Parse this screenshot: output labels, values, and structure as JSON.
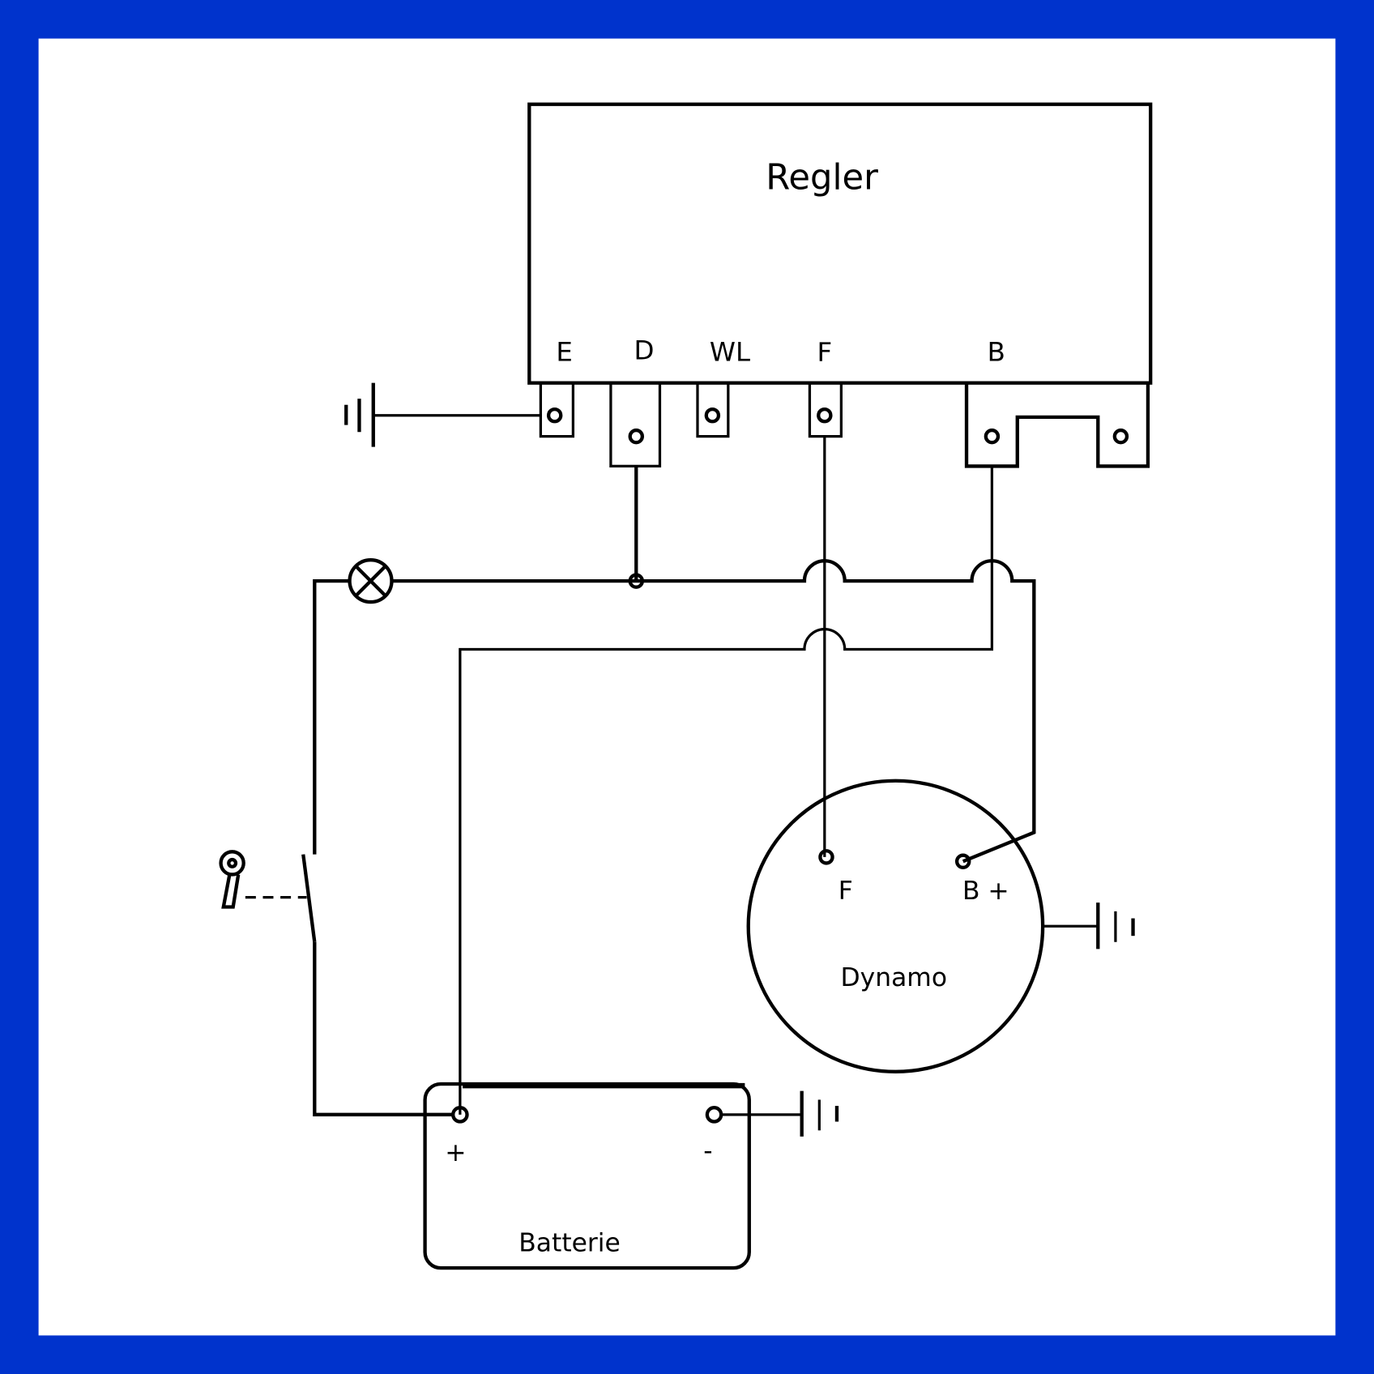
{
  "regler": {
    "title": "Regler",
    "terminals": [
      "E",
      "D",
      "WL",
      "F",
      "B"
    ]
  },
  "dynamo": {
    "title": "Dynamo",
    "terminal_f": "F",
    "terminal_b": "B +"
  },
  "batterie": {
    "title": "Batterie",
    "plus": "+",
    "minus": "-"
  },
  "colors": {
    "frame": "#0033cc",
    "background": "#ffffff",
    "ink": "#000000"
  }
}
